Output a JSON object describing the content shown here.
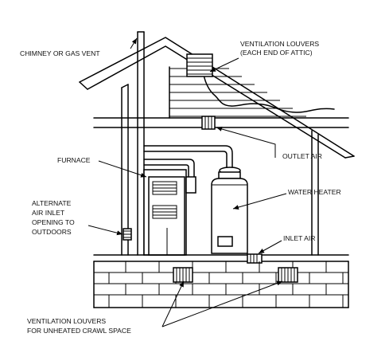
{
  "diagram": {
    "labels": {
      "chimney": "CHIMNEY OR GAS VENT",
      "louvers_attic_1": "VENTILATION LOUVERS",
      "louvers_attic_2": "(EACH END OF ATTIC)",
      "outlet_air": "OUTLET AIR",
      "furnace": "FURNACE",
      "water_heater": "WATER HEATER",
      "alt_inlet_1": "ALTERNATE",
      "alt_inlet_2": "AIR INLET",
      "alt_inlet_3": "OPENING TO",
      "alt_inlet_4": "OUTDOORS",
      "inlet_air": "INLET AIR",
      "crawl_1": "VENTILATION LOUVERS",
      "crawl_2": "FOR UNHEATED CRAWL SPACE"
    }
  }
}
